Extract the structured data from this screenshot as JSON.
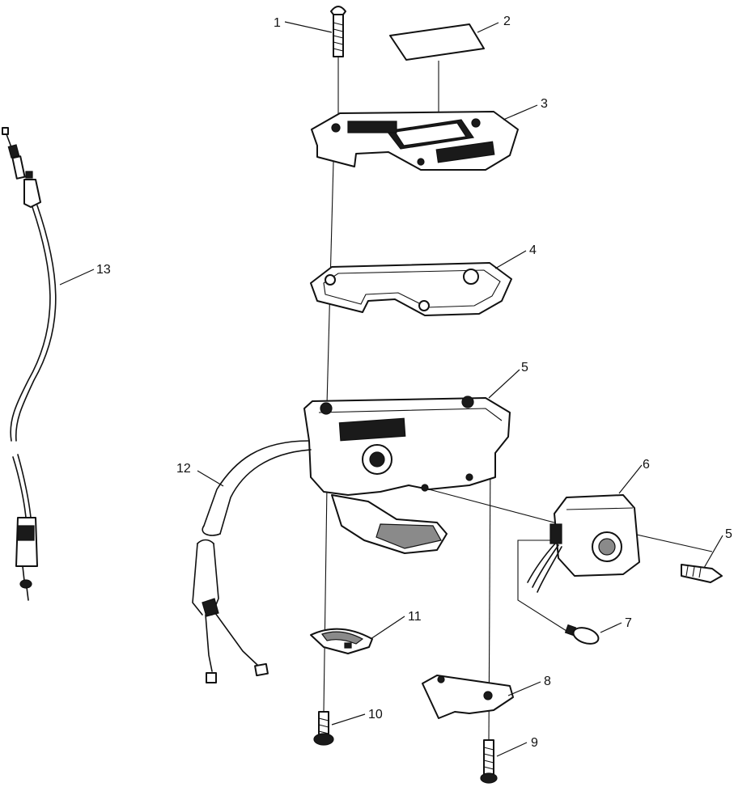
{
  "callouts": {
    "c1": "1",
    "c2": "2",
    "c3": "3",
    "c4": "4",
    "c5a": "5",
    "c5b": "5",
    "c6": "6",
    "c7": "7",
    "c8": "8",
    "c9": "9",
    "c10": "10",
    "c11": "11",
    "c12": "12",
    "c13": "13"
  }
}
